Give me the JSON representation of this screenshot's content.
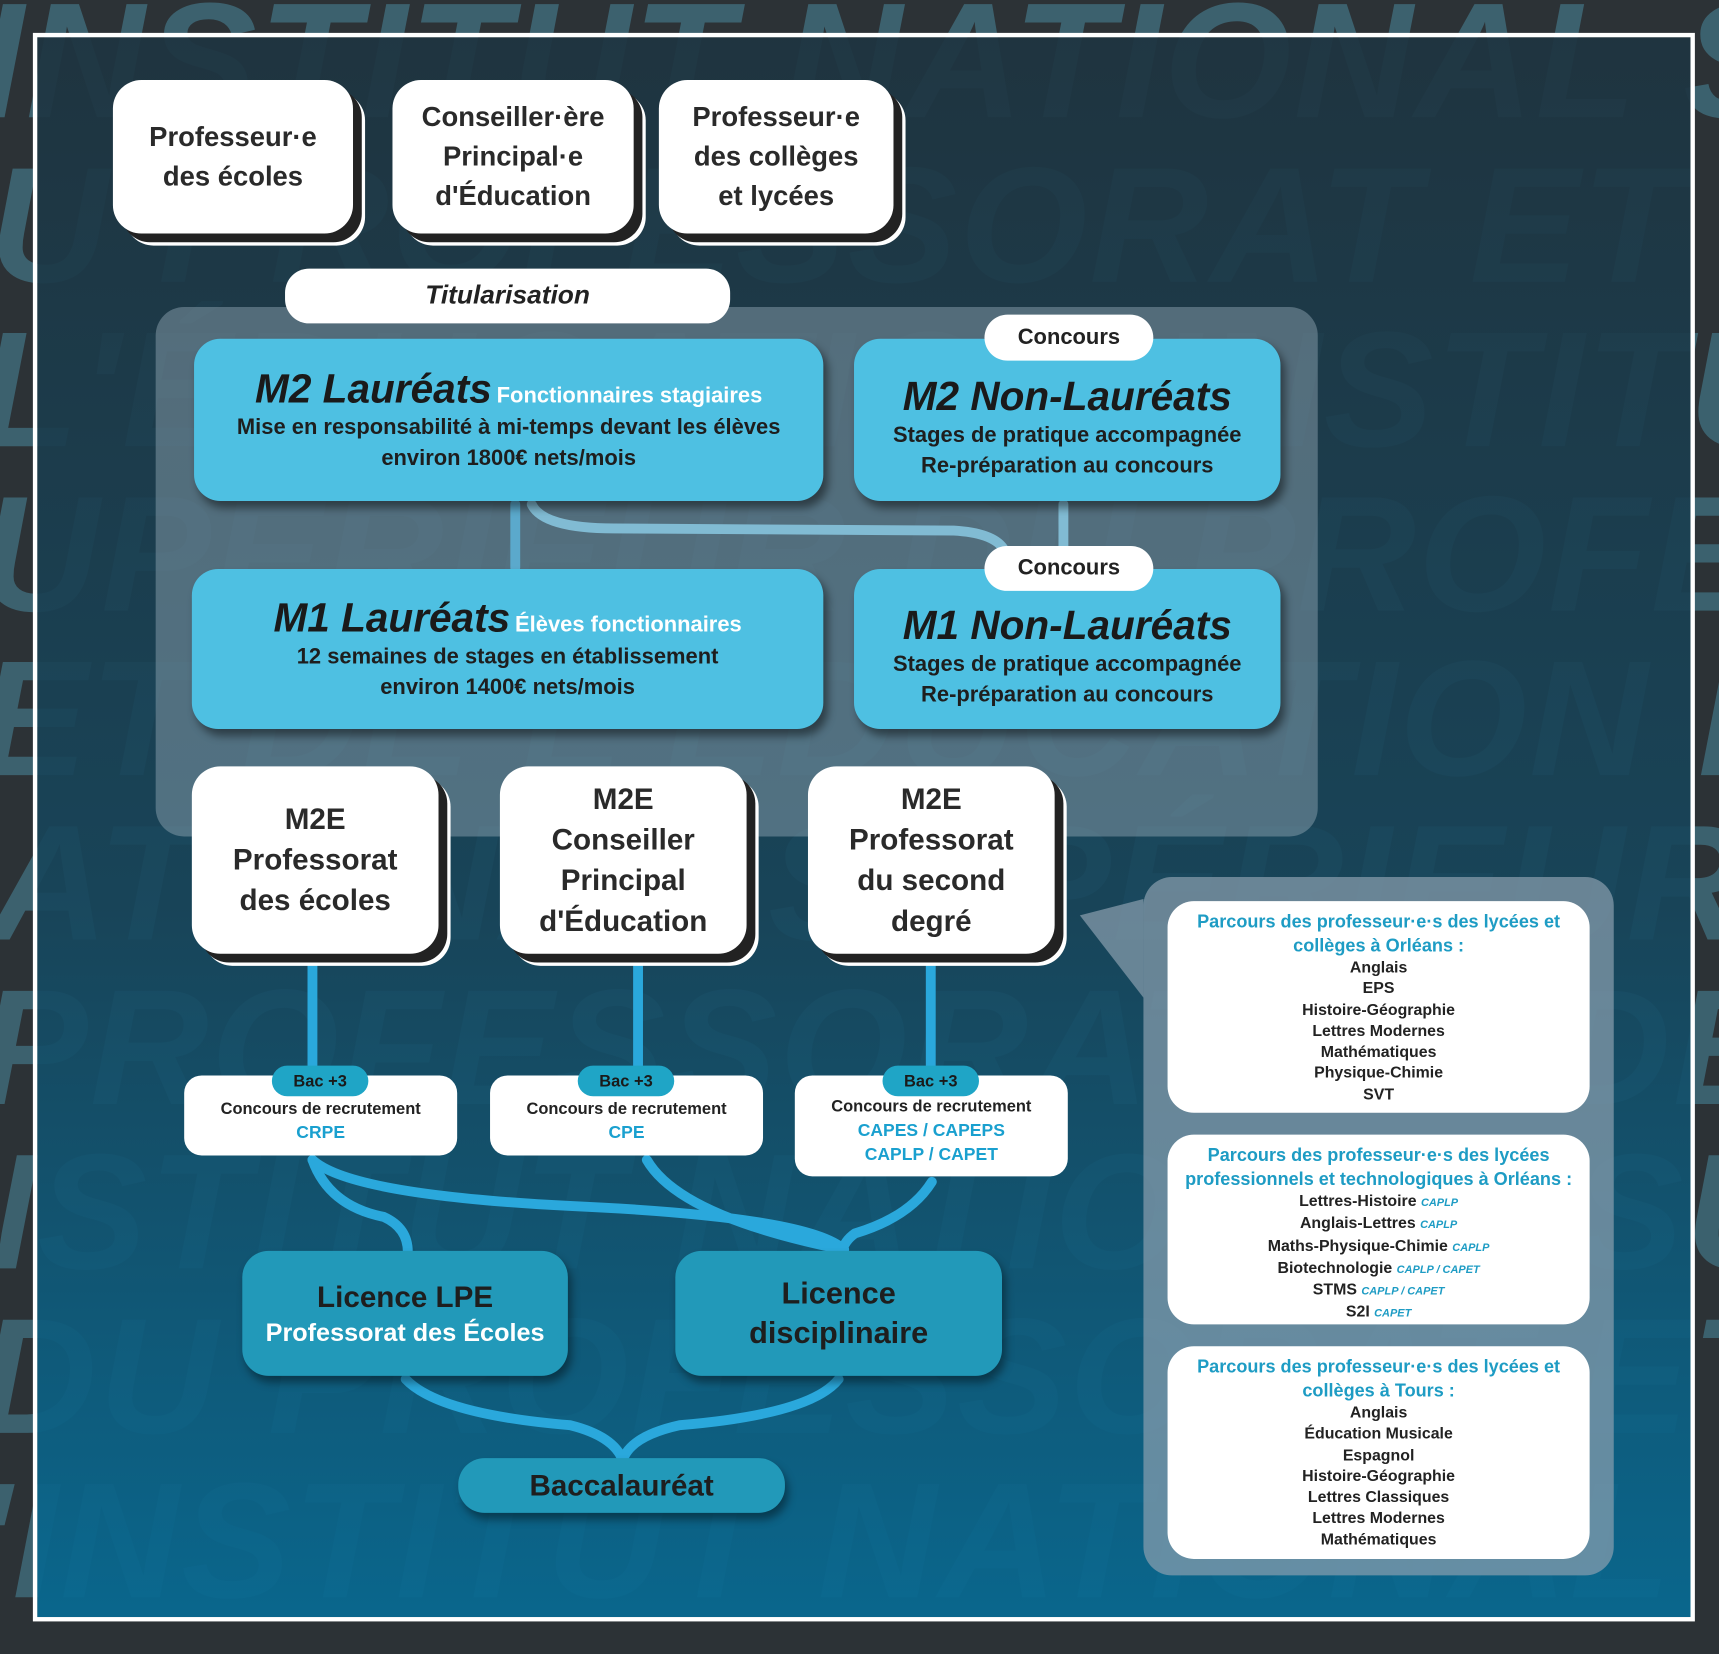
{
  "watermark": [
    "INSTITUT NATIONAL SUPÉRIEUR",
    "DU PROFESSORAT ET DE",
    "L'ÉDUCATION INSTITUT NATIONAL",
    "SUPÉRIEUR DU PROFESSORAT",
    "ET DE L'ÉDUCATION INSTITUT",
    "NATIONAL SUPÉRIEUR DU",
    "PROFESSORAT ET DE L'ÉDUCATION",
    "INSTITUT NATIONAL SUPÉRIEUR",
    "DU PROFESSORAT ET DE",
    "L'INSTITUT NATIONAL SUPÉRIEUR"
  ],
  "top": [
    [
      "Professeur·e",
      "des écoles"
    ],
    [
      "Conseiller·ère",
      "Principal·e",
      "d'Éducation"
    ],
    [
      "Professeur·e",
      "des collèges",
      "et lycées"
    ]
  ],
  "titularisation": "Titularisation",
  "concours": "Concours",
  "m2l": {
    "title": "M2 Lauréats",
    "sub": "Fonctionnaires stagiaires",
    "l1": "Mise en responsabilité à mi-temps devant les élèves",
    "l2": "environ 1800€ nets/mois"
  },
  "m2n": {
    "title": "M2 Non-Lauréats",
    "l1": "Stages de pratique accompagnée",
    "l2": "Re-préparation au concours"
  },
  "m1l": {
    "title": "M1 Lauréats",
    "sub": "Élèves fonctionnaires",
    "l1": "12 semaines de stages en établissement",
    "l2": "environ 1400€ nets/mois"
  },
  "m1n": {
    "title": "M1 Non-Lauréats",
    "l1": "Stages de pratique accompagnée",
    "l2": "Re-préparation au concours"
  },
  "m2e": [
    [
      "M2E",
      "Professorat",
      "des écoles"
    ],
    [
      "M2E",
      "Conseiller",
      "Principal",
      "d'Éducation"
    ],
    [
      "M2E",
      "Professorat",
      "du second",
      "degré"
    ]
  ],
  "bac3": "Bac +3",
  "recrutement": {
    "label": "Concours de recrutement",
    "items": [
      [
        "CRPE"
      ],
      [
        "CPE"
      ],
      [
        "CAPES / CAPEPS",
        "CAPLP / CAPET"
      ]
    ]
  },
  "licence_lpe": [
    "Licence LPE",
    "Professorat des Écoles"
  ],
  "licence_disc": [
    "Licence",
    "disciplinaire"
  ],
  "baccalaureat": "Baccalauréat",
  "parcours": [
    {
      "title": [
        "Parcours des professeur·e·s des lycées et",
        "collèges à Orléans :"
      ],
      "items": [
        [
          "Anglais",
          ""
        ],
        [
          "EPS",
          ""
        ],
        [
          "Histoire-Géographie",
          ""
        ],
        [
          "Lettres Modernes",
          ""
        ],
        [
          "Mathématiques",
          ""
        ],
        [
          "Physique-Chimie",
          ""
        ],
        [
          "SVT",
          ""
        ]
      ]
    },
    {
      "title": [
        "Parcours des professeur·e·s des lycées",
        "professionnels et technologiques à Orléans :"
      ],
      "items": [
        [
          "Lettres-Histoire",
          "CAPLP"
        ],
        [
          "Anglais-Lettres",
          "CAPLP"
        ],
        [
          "Maths-Physique-Chimie",
          "CAPLP"
        ],
        [
          "Biotechnologie",
          "CAPLP / CAPET"
        ],
        [
          "STMS",
          "CAPLP / CAPET"
        ],
        [
          "S2I",
          "CAPET"
        ]
      ]
    },
    {
      "title": [
        "Parcours des professeur·e·s des lycées et",
        "collèges à Tours :"
      ],
      "items": [
        [
          "Anglais",
          ""
        ],
        [
          "Éducation Musicale",
          ""
        ],
        [
          "Espagnol",
          ""
        ],
        [
          "Histoire-Géographie",
          ""
        ],
        [
          "Lettres Classiques",
          ""
        ],
        [
          "Lettres Modernes",
          ""
        ],
        [
          "Mathématiques",
          ""
        ]
      ]
    }
  ],
  "colors": {
    "accent": "#4ec0e2",
    "dark_accent": "#2299b9",
    "connector": "#2aa8dc"
  }
}
